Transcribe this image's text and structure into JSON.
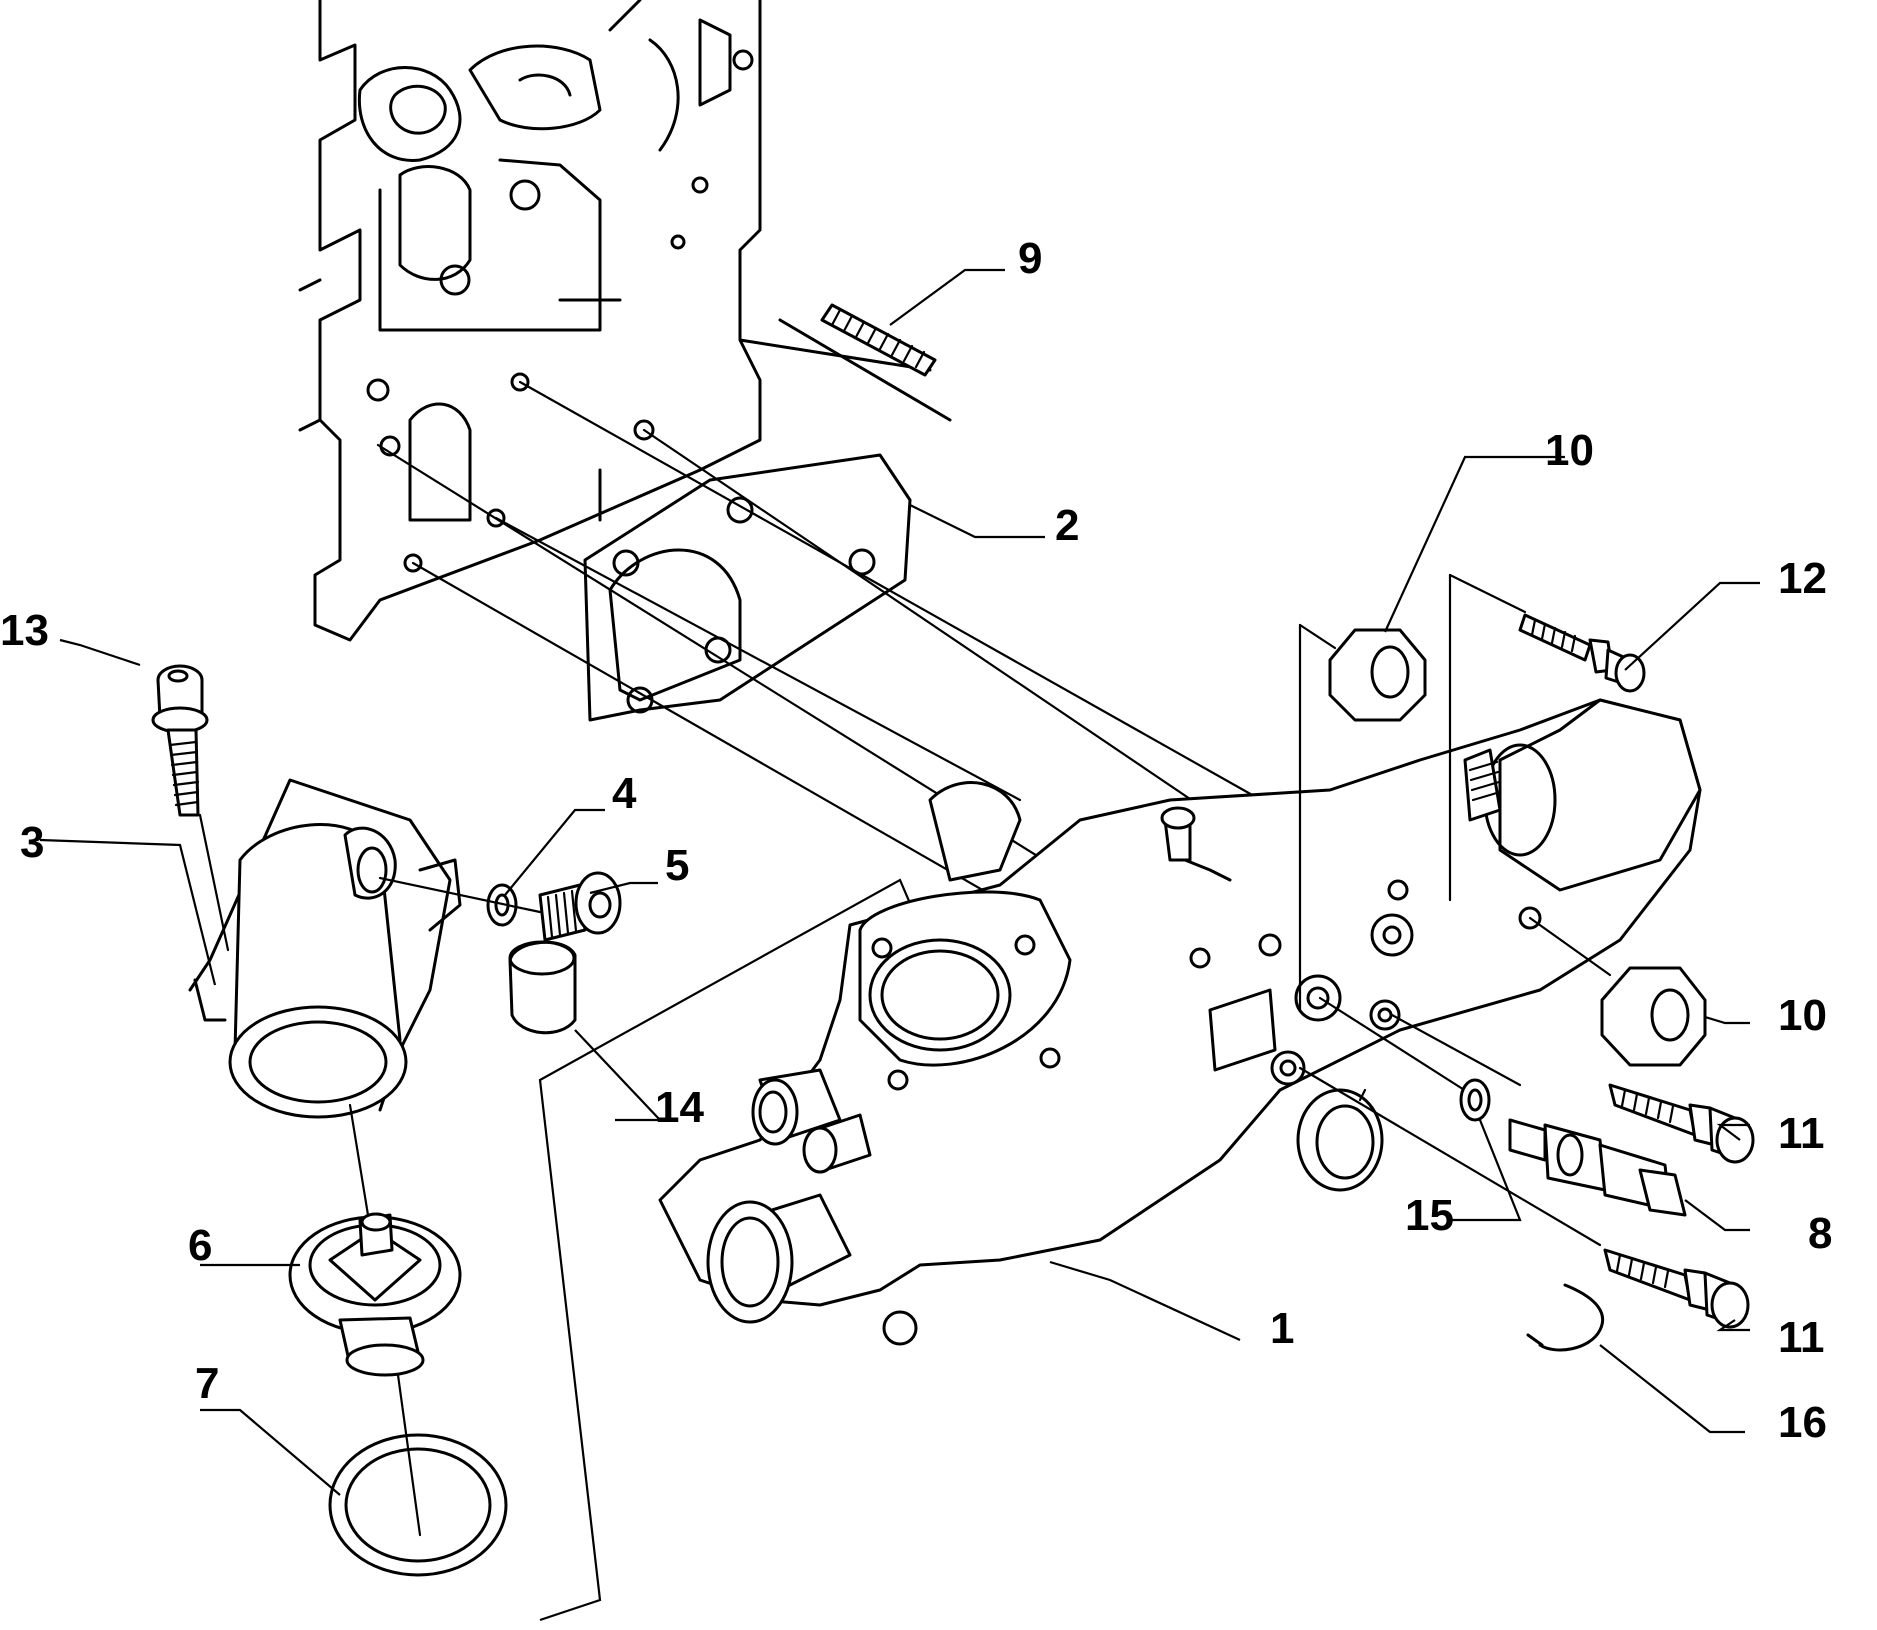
{
  "callouts": {
    "c1": "1",
    "c2": "2",
    "c3": "3",
    "c4": "4",
    "c5": "5",
    "c6": "6",
    "c7": "7",
    "c8": "8",
    "c9": "9",
    "c10a": "10",
    "c10b": "10",
    "c11a": "11",
    "c11b": "11",
    "c12": "12",
    "c13": "13",
    "c14": "14",
    "c15": "15",
    "c16": "16"
  }
}
